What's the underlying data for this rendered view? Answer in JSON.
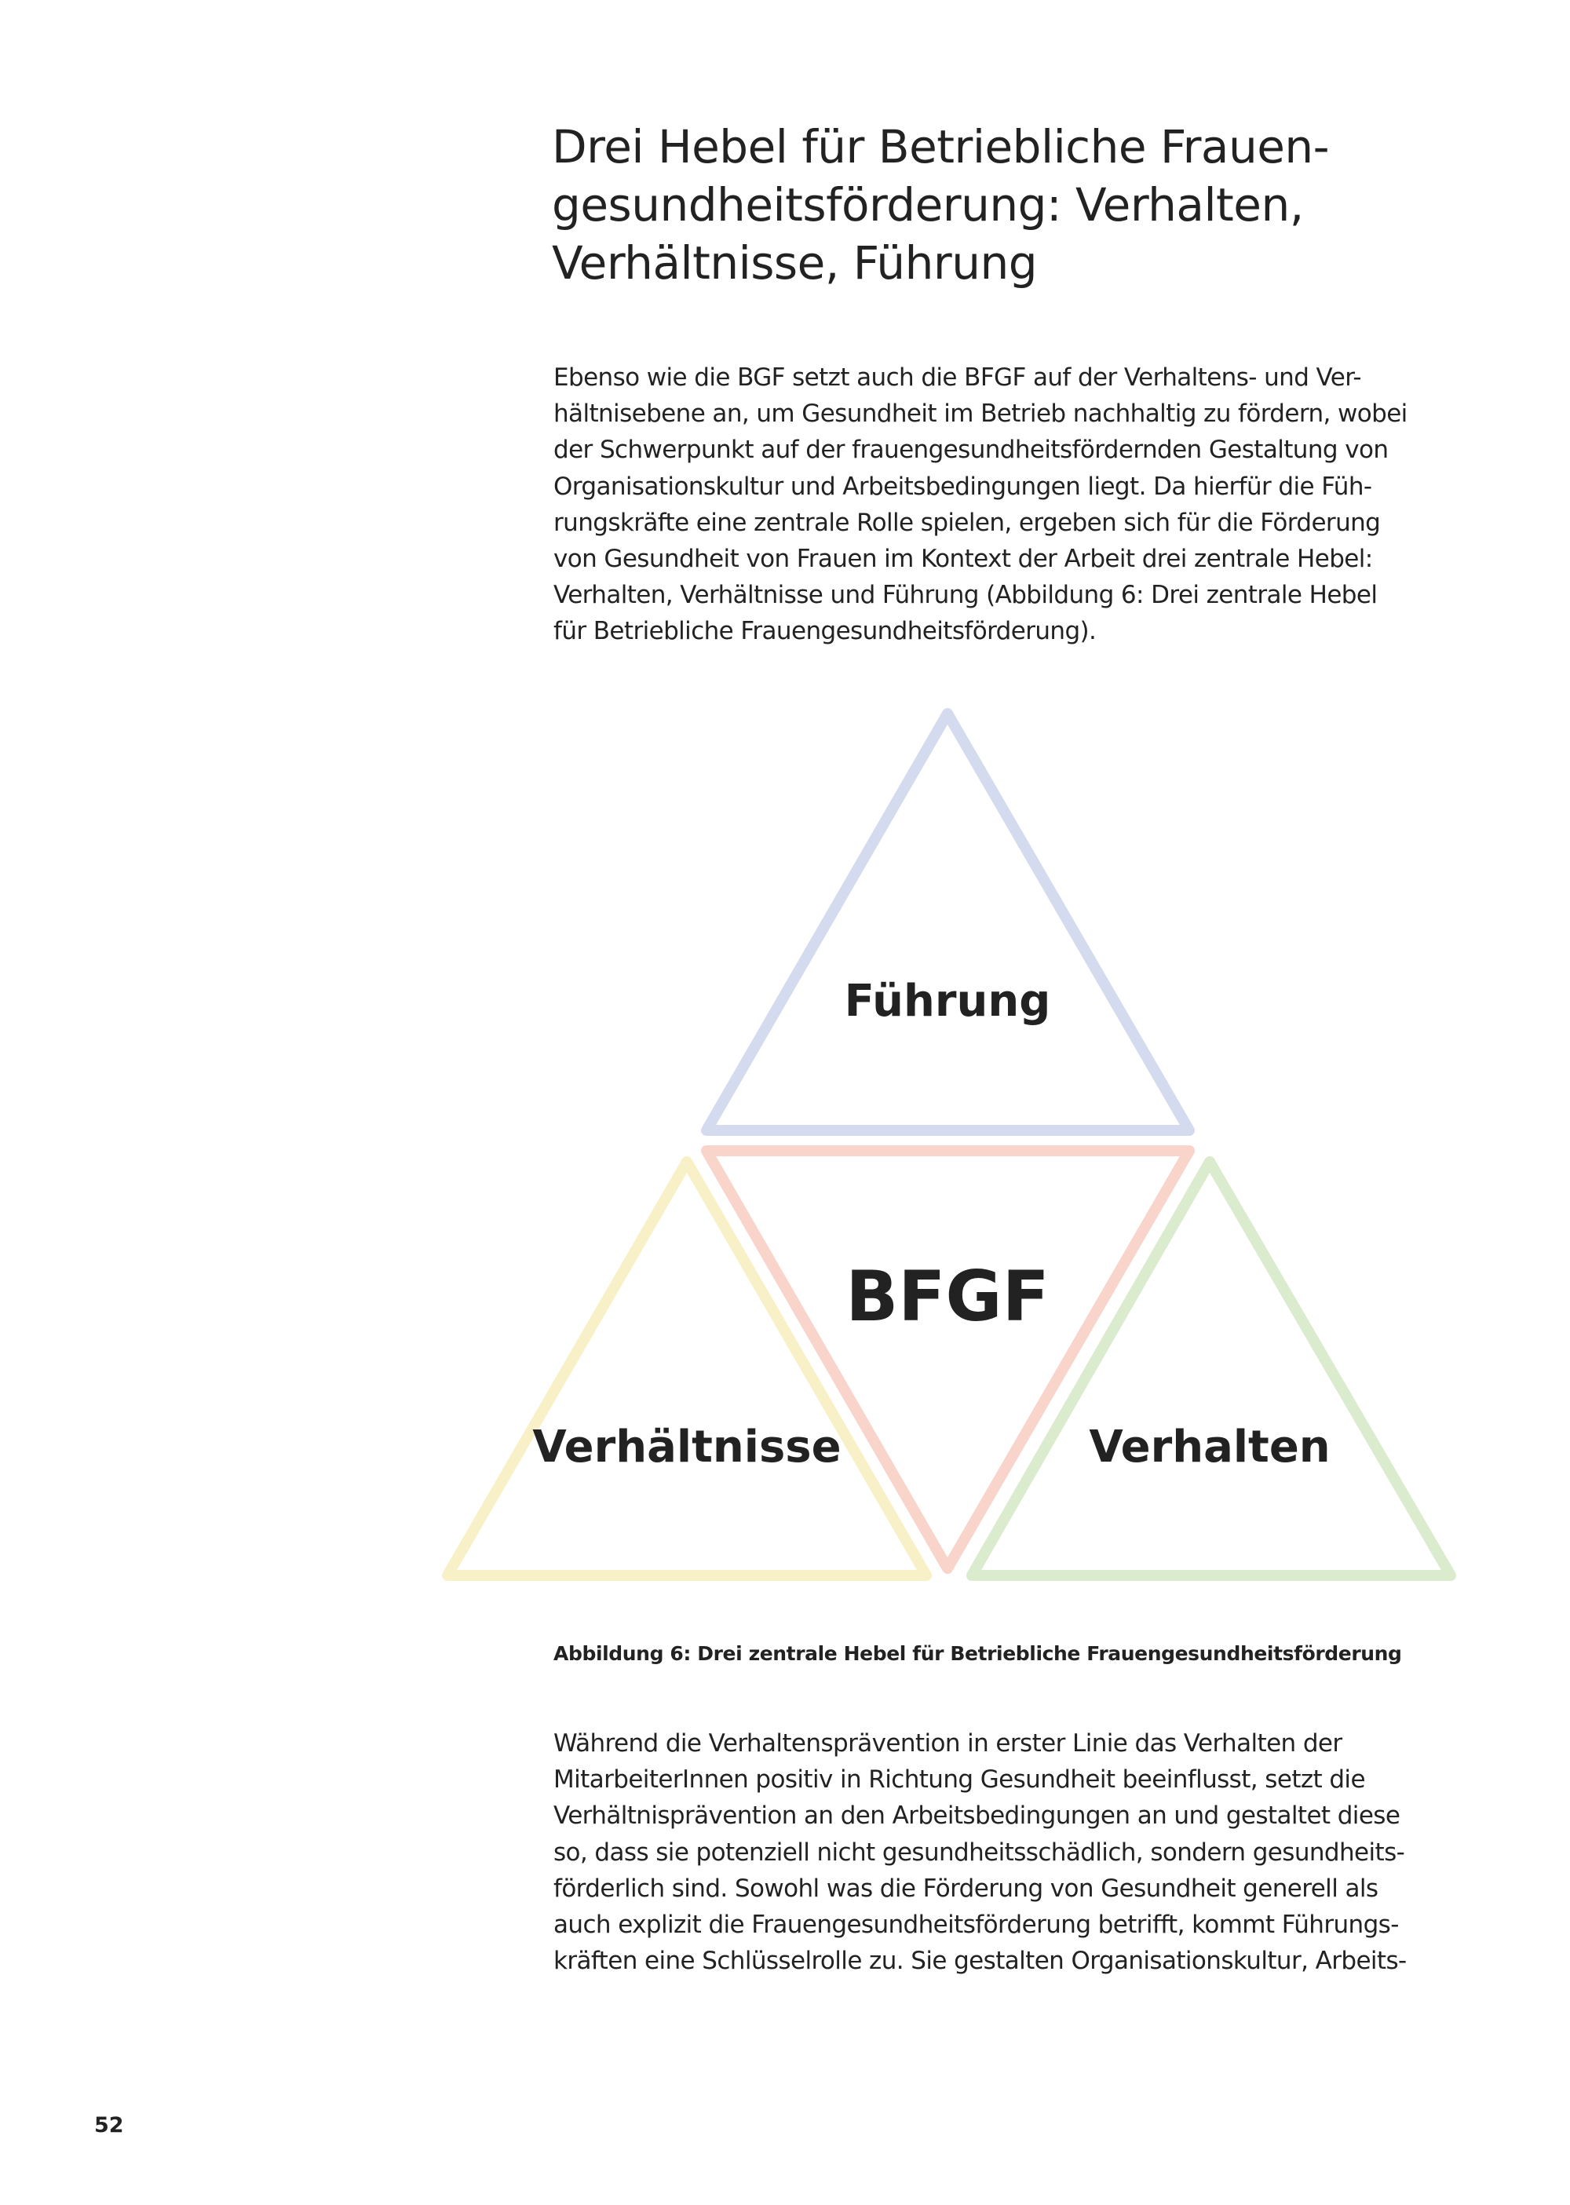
{
  "title_lines": [
    "Drei Hebel für Betriebliche Frauen-",
    "gesundheitsförderung: Verhalten,",
    "Verhältnisse, Führung"
  ],
  "paragraph1_lines": [
    "Ebenso wie die BGF setzt auch die BFGF auf der Verhaltens- und Ver-",
    "hältnisebene an, um Gesundheit im Betrieb nachhaltig zu fördern, wobei",
    "der Schwerpunkt auf der frauengesundheitsfördernden Gestaltung von",
    "Organisationskultur und Arbeitsbedingungen liegt. Da hierfür die Füh-",
    "rungskräfte eine zentrale Rolle spielen, ergeben sich für die Förderung",
    "von Gesundheit von Frauen im Kontext der Arbeit drei zentrale Hebel:",
    "Verhalten, Verhältnisse und Führung (Abbildung 6: Drei zentrale Hebel",
    "für Betriebliche Frauengesundheitsförderung)."
  ],
  "diagram": {
    "top_label": "Führung",
    "center_label": "BFGF",
    "left_label": "Verhältnisse",
    "right_label": "Verhalten",
    "colors": {
      "top": "#d5dbef",
      "center": "#f8d4ca",
      "left": "#f8f0c7",
      "right": "#dbebcd"
    }
  },
  "caption": "Abbildung 6: Drei zentrale Hebel für Betriebliche Frauengesundheitsförderung",
  "paragraph2_lines": [
    "Während die Verhaltensprävention in erster Linie das Verhalten der",
    "MitarbeiterInnen positiv in Richtung Gesundheit beeinflusst, setzt die",
    "Verhältnisprävention an den Arbeitsbedingungen an und gestaltet diese",
    "so, dass sie potenziell nicht gesundheitsschädlich, sondern gesundheits-",
    "förderlich sind. Sowohl was die Förderung von Gesundheit generell als",
    "auch explizit die Frauengesundheitsförderung betrifft, kommt Führungs-",
    "kräften eine Schlüsselrolle zu. Sie gestalten Organisationskultur, Arbeits-"
  ],
  "page_number": "52"
}
